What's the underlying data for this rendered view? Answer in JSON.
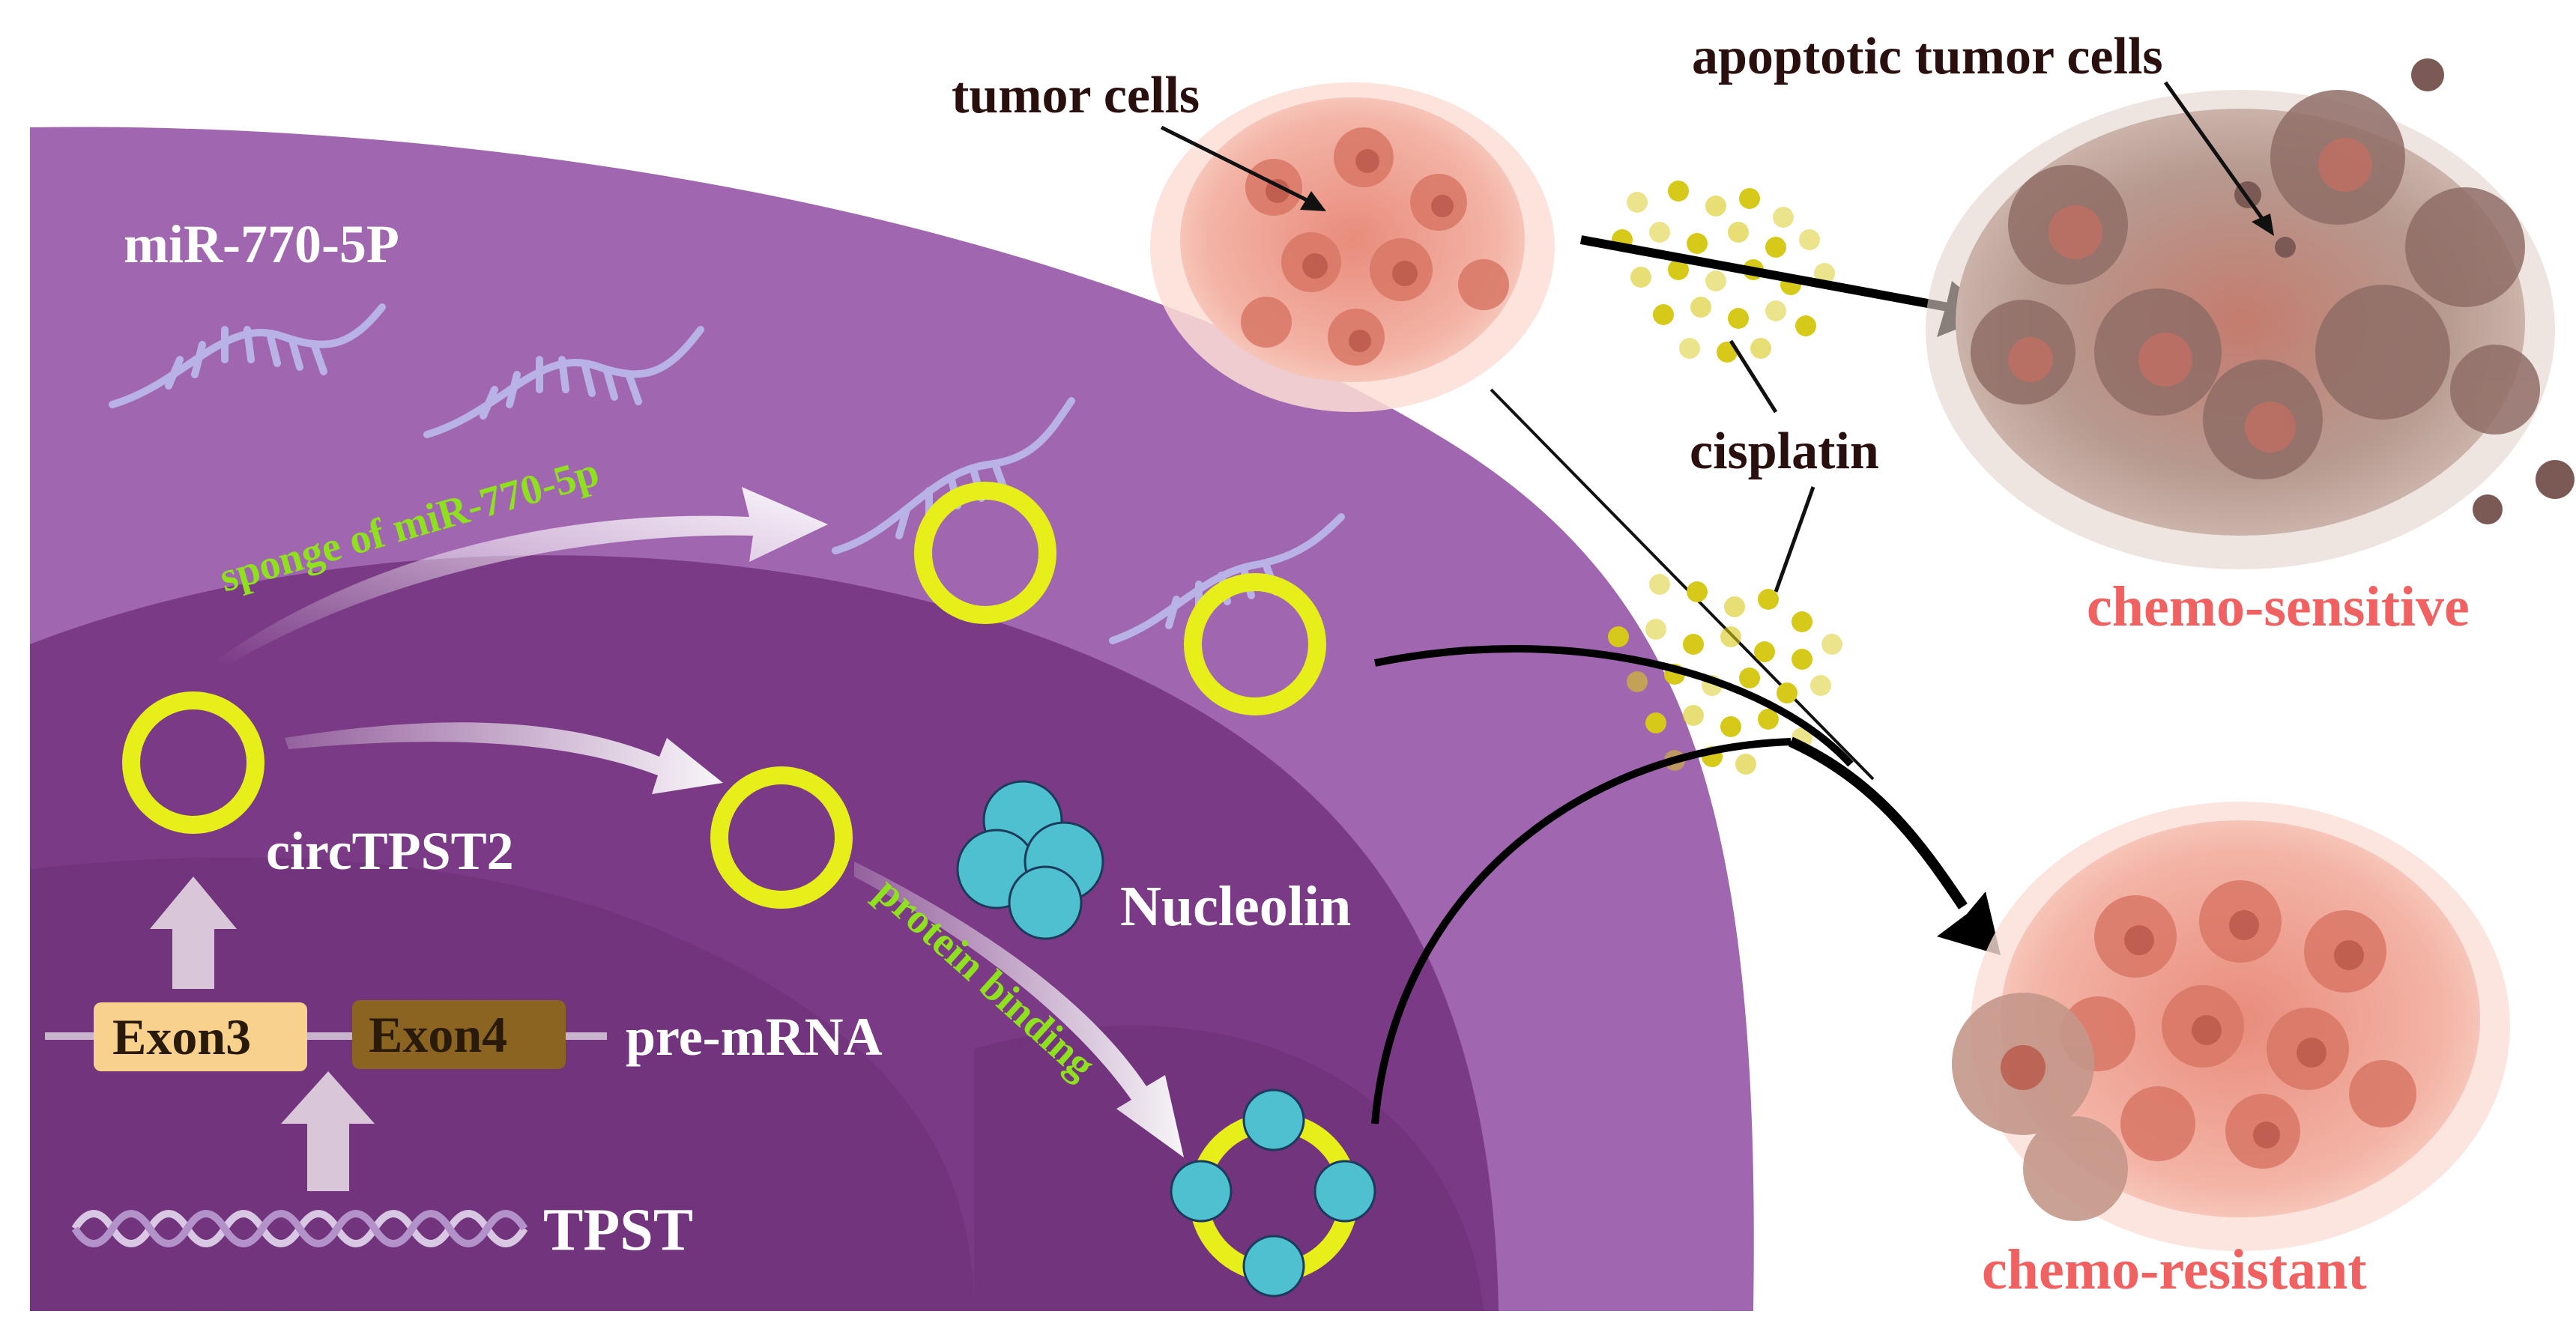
{
  "labels": {
    "mirna": "miR-770-5P",
    "sponge": "sponge of miR-770-5p",
    "circ": "circTPST2",
    "nucleolin": "Nucleolin",
    "protein_binding": "protein binding",
    "exon3": "Exon3",
    "exon4": "Exon4",
    "premrna": "pre-mRNA",
    "gene": "TPST",
    "tumor_cells": "tumor cells",
    "apoptotic": "apoptotic tumor cells",
    "cisplatin": "cisplatin",
    "sensitive": "chemo-sensitive",
    "resistant": "chemo-resistant"
  },
  "colors": {
    "cytoplasm": "#a066b0",
    "nucleus": "#7a3a86",
    "inner_shade": "#6f3279",
    "ring": "#e6ef1a",
    "nucleolin": "#4ec0d0",
    "exon3": "#f8d28c",
    "exon4": "#8a6420",
    "rna": "#b9b2e6",
    "cisplatin": "#d7c91a",
    "tumor": "#f0a89a",
    "apoptotic": "#a88a80",
    "chemo_text": "#f06262"
  },
  "icons": [
    "mirna-strand-icon",
    "circrna-ring-icon",
    "nucleolin-protein-icon",
    "dna-helix-icon",
    "cisplatin-dots-icon",
    "tumor-cluster-icon",
    "apoptotic-cluster-icon"
  ]
}
